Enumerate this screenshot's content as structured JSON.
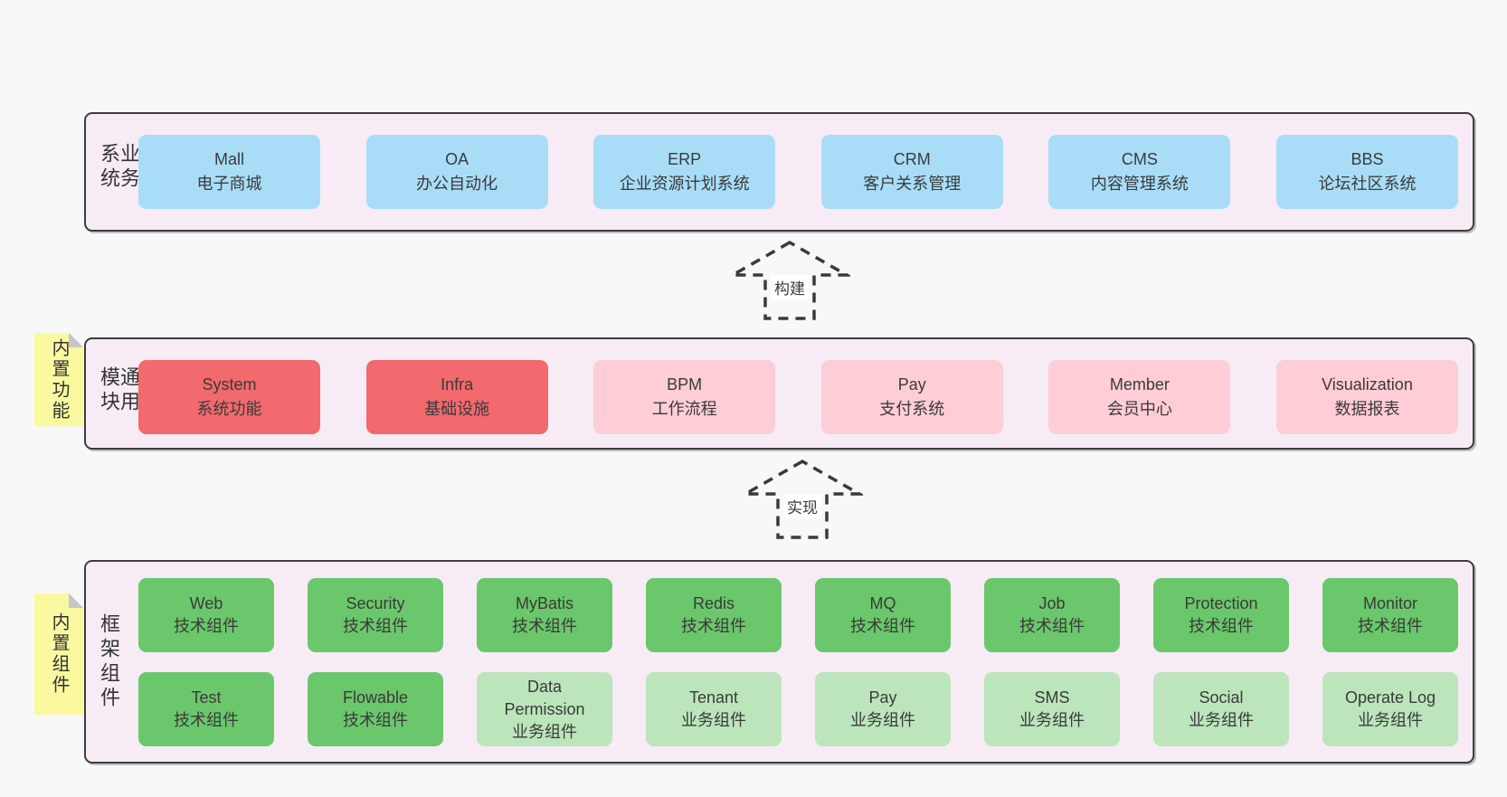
{
  "palette": {
    "page_bg": "#f8f8f8",
    "band_bg": "#f7ecf5",
    "band_border": "#3d3d3d",
    "blue": "#a9ddf7",
    "red": "#f2696e",
    "pink": "#fecdd5",
    "green_dark": "#6bc76b",
    "green_light": "#bce5bc",
    "note_yellow": "#fbf9a0",
    "note_fold": "#c6c6c6",
    "text": "#3a3a3a",
    "arrow_stroke": "#3a3a3a"
  },
  "arrows": [
    {
      "label": "构建"
    },
    {
      "label": "实现"
    }
  ],
  "bands": [
    {
      "id": "business-systems",
      "label": "业务系统",
      "rows": [
        [
          {
            "name": "Mall",
            "desc": "电子商城",
            "type": "blue"
          },
          {
            "name": "OA",
            "desc": "办公自动化",
            "type": "blue"
          },
          {
            "name": "ERP",
            "desc": "企业资源计划系统",
            "type": "blue"
          },
          {
            "name": "CRM",
            "desc": "客户关系管理",
            "type": "blue"
          },
          {
            "name": "CMS",
            "desc": "内容管理系统",
            "type": "blue"
          },
          {
            "name": "BBS",
            "desc": "论坛社区系统",
            "type": "blue"
          }
        ]
      ]
    },
    {
      "id": "common-modules",
      "label": "通用模块",
      "note": "内置功能",
      "rows": [
        [
          {
            "name": "System",
            "desc": "系统功能",
            "type": "red"
          },
          {
            "name": "Infra",
            "desc": "基础设施",
            "type": "red"
          },
          {
            "name": "BPM",
            "desc": "工作流程",
            "type": "pink"
          },
          {
            "name": "Pay",
            "desc": "支付系统",
            "type": "pink"
          },
          {
            "name": "Member",
            "desc": "会员中心",
            "type": "pink"
          },
          {
            "name": "Visualization",
            "desc": "数据报表",
            "type": "pink"
          }
        ]
      ]
    },
    {
      "id": "framework-components",
      "label": "框架组件",
      "note": "内置组件",
      "rows": [
        [
          {
            "name": "Web",
            "desc": "技术组件",
            "type": "green_dark"
          },
          {
            "name": "Security",
            "desc": "技术组件",
            "type": "green_dark"
          },
          {
            "name": "MyBatis",
            "desc": "技术组件",
            "type": "green_dark"
          },
          {
            "name": "Redis",
            "desc": "技术组件",
            "type": "green_dark"
          },
          {
            "name": "MQ",
            "desc": "技术组件",
            "type": "green_dark"
          },
          {
            "name": "Job",
            "desc": "技术组件",
            "type": "green_dark"
          },
          {
            "name": "Protection",
            "desc": "技术组件",
            "type": "green_dark"
          },
          {
            "name": "Monitor",
            "desc": "技术组件",
            "type": "green_dark"
          }
        ],
        [
          {
            "name": "Test",
            "desc": "技术组件",
            "type": "green_dark"
          },
          {
            "name": "Flowable",
            "desc": "技术组件",
            "type": "green_dark"
          },
          {
            "name": "Data Permission",
            "desc": "业务组件",
            "type": "green_light"
          },
          {
            "name": "Tenant",
            "desc": "业务组件",
            "type": "green_light"
          },
          {
            "name": "Pay",
            "desc": "业务组件",
            "type": "green_light"
          },
          {
            "name": "SMS",
            "desc": "业务组件",
            "type": "green_light"
          },
          {
            "name": "Social",
            "desc": "业务组件",
            "type": "green_light"
          },
          {
            "name": "Operate Log",
            "desc": "业务组件",
            "type": "green_light"
          }
        ]
      ]
    }
  ]
}
